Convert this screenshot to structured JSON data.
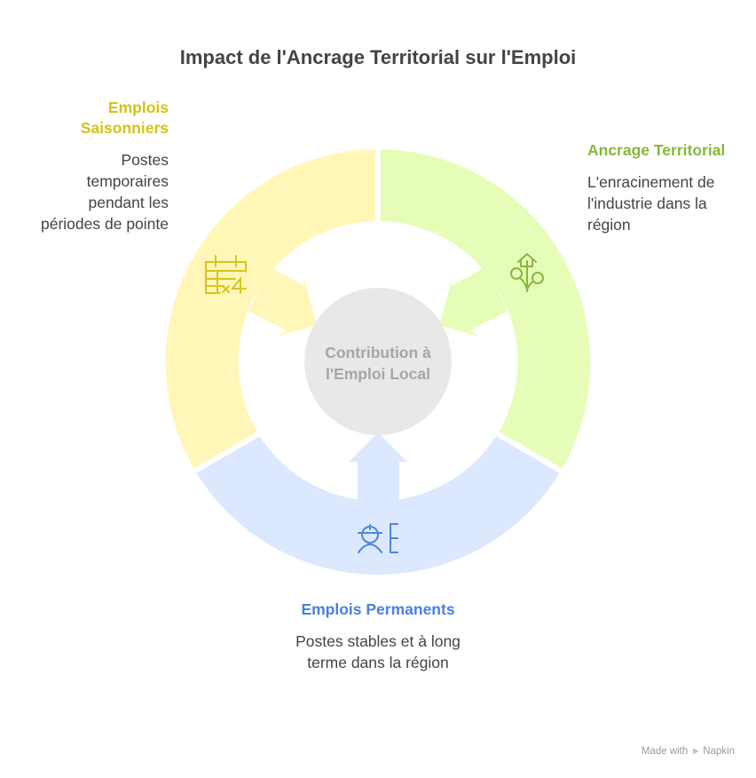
{
  "title": "Impact de l'Ancrage Territorial sur l'Emploi",
  "center": {
    "label": "Contribution à l'Emploi Local",
    "color": "#e8e8e8",
    "text_color": "#a6a6a6"
  },
  "segments": [
    {
      "id": "saisonniers",
      "heading": "Emplois Saisonniers",
      "description": "Postes temporaires pendant les périodes de pointe",
      "icon": "calendar-x4-icon",
      "fill": "#fff6b8",
      "accent": "#d9c41c",
      "heading_color": "#d4c21a"
    },
    {
      "id": "ancrage",
      "heading": "Ancrage Territorial",
      "description": "L'enracinement de l'industrie dans la région",
      "icon": "rooted-house-sprout-icon",
      "fill": "#e6fdb8",
      "accent": "#86b83a",
      "heading_color": "#86b83a"
    },
    {
      "id": "permanents",
      "heading": "Emplois Permanents",
      "description": "Postes stables et à long terme dans la région",
      "icon": "worker-hardhat-icon",
      "fill": "#dce8fd",
      "accent": "#4f84e0",
      "heading_color": "#4a80e0"
    }
  ],
  "footer": {
    "prefix": "Made with",
    "brand": "Napkin"
  }
}
